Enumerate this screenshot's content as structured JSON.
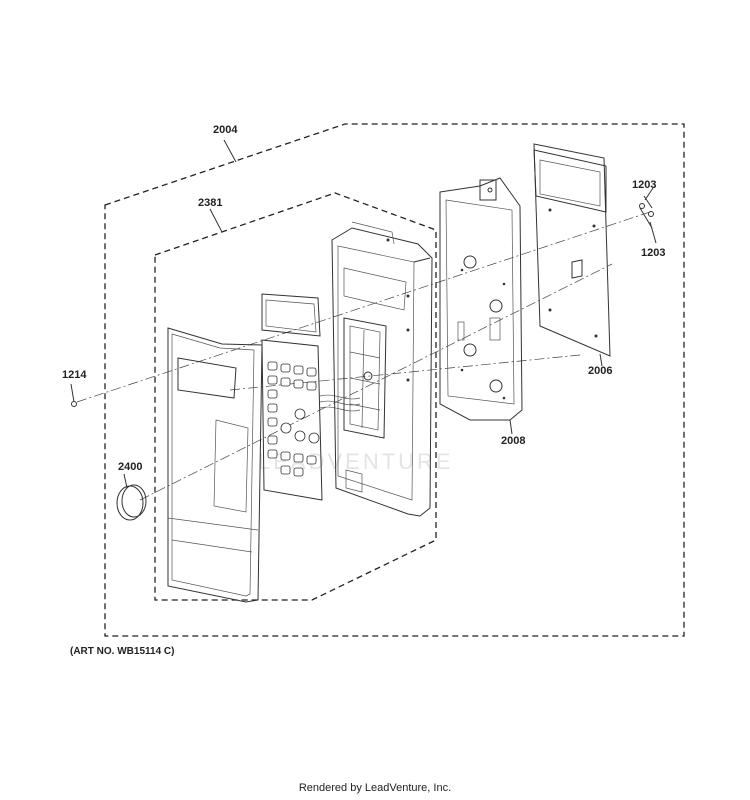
{
  "diagram": {
    "callouts": {
      "c2004": "2004",
      "c2381": "2381",
      "c1203a": "1203",
      "c1203b": "1203",
      "c1214": "1214",
      "c2006": "2006",
      "c2008": "2008",
      "c2400": "2400"
    },
    "art_number": "(ART NO. WB15114 C)",
    "footer": "Rendered by LeadVenture, Inc.",
    "watermark": "LEADVENTURE"
  }
}
